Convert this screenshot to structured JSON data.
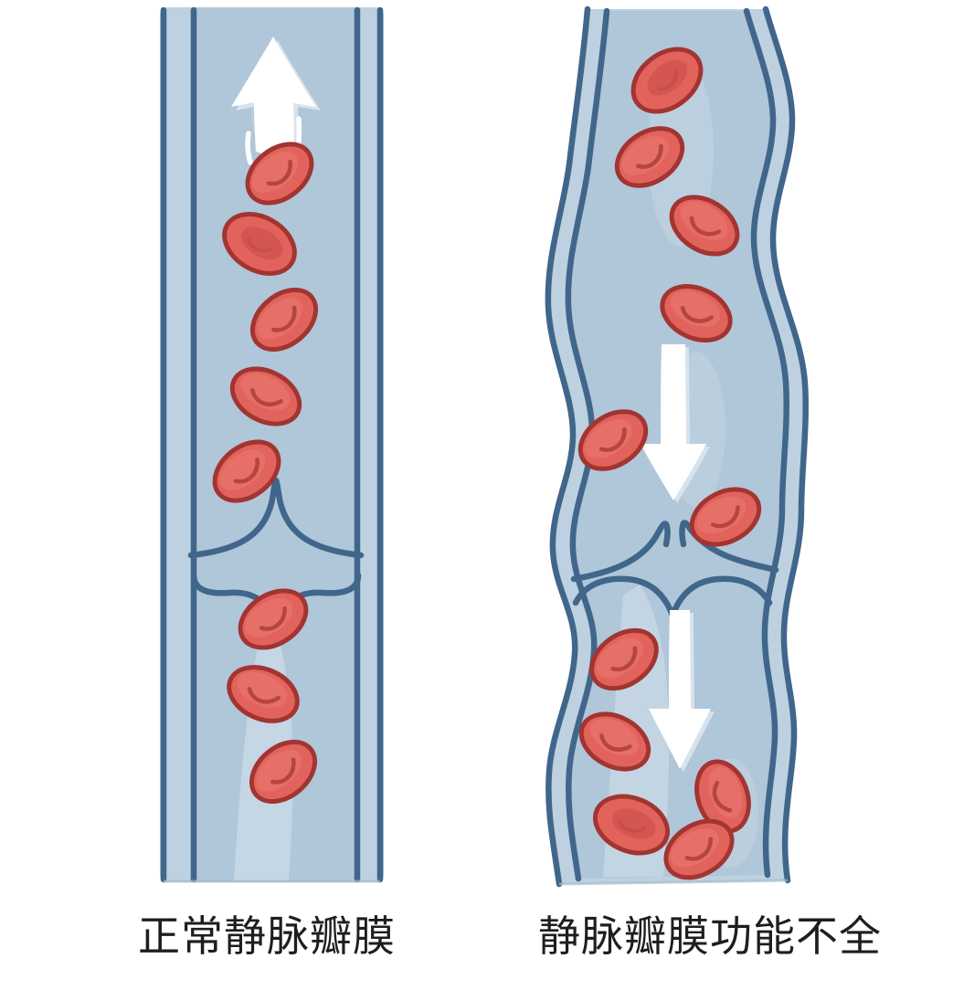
{
  "figure": {
    "type": "medical-illustration",
    "topic": "Comparison of normal venous valve and venous valve insufficiency",
    "panels": [
      {
        "id": "normal-vein",
        "label": "正常静脉瓣膜",
        "valve_state": "closed",
        "blood_flow_direction": "upward",
        "flow_arrows": [
          {
            "icon": "up-arrow",
            "count": 1
          }
        ],
        "red_blood_cell_count": 8,
        "vein_shape": "straight"
      },
      {
        "id": "incompetent-vein",
        "label": "静脉瓣膜功能不全",
        "valve_state": "open-leaking",
        "blood_flow_direction": "downward",
        "flow_arrows": [
          {
            "icon": "down-arrow",
            "count": 2
          }
        ],
        "red_blood_cell_count": 11,
        "vein_shape": "tortuous"
      }
    ],
    "colors": {
      "background": "#ffffff",
      "vein_wall_band": "#bed1e0",
      "vein_lumen": "#b0c6d9",
      "vein_outline": "#41668b",
      "lumen_highlight": "#c8d7e4",
      "rbc_fill": "#e2635c",
      "rbc_outline": "#a23431",
      "rbc_dimple": "#b5453f",
      "flow_arrow": "#ffffff",
      "arrow_shadow": "#d7e3ed",
      "label_text": "#1e1e1e"
    }
  }
}
